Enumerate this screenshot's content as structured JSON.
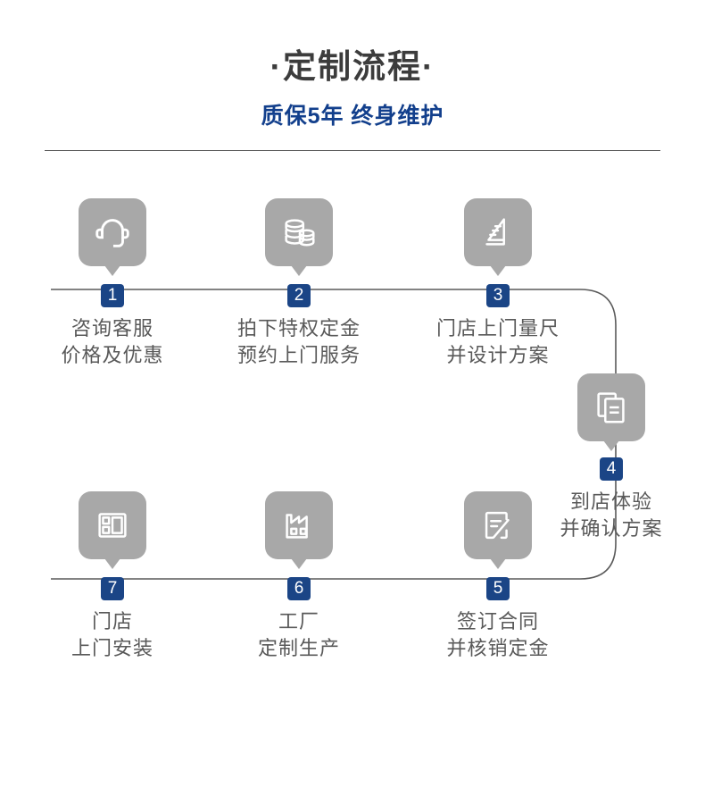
{
  "header": {
    "title": "·定制流程·",
    "subtitle": "质保5年  终身维护"
  },
  "colors": {
    "title": "#3c3c3c",
    "subtitle_blue": "#123f8c",
    "badge_blue": "#1b4586",
    "icon_gray": "#a8a8a8",
    "caption_gray": "#595959",
    "rail_gray": "#5a5a5a",
    "background": "#ffffff"
  },
  "flow": {
    "steps": [
      {
        "number": "1",
        "icon": "headset-icon",
        "caption_line1": "咨询客服",
        "caption_line2": "价格及优惠",
        "row": "top"
      },
      {
        "number": "2",
        "icon": "coins-stack-icon",
        "caption_line1": "拍下特权定金",
        "caption_line2": "预约上门服务",
        "row": "top"
      },
      {
        "number": "3",
        "icon": "ruler-icon",
        "caption_line1": "门店上门量尺",
        "caption_line2": "并设计方案",
        "row": "top"
      },
      {
        "number": "4",
        "icon": "documents-icon",
        "caption_line1": "到店体验",
        "caption_line2": "并确认方案",
        "row": "right"
      },
      {
        "number": "5",
        "icon": "contract-sign-icon",
        "caption_line1": "签订合同",
        "caption_line2": "并核销定金",
        "row": "bottom"
      },
      {
        "number": "6",
        "icon": "factory-icon",
        "caption_line1": "工厂",
        "caption_line2": "定制生产",
        "row": "bottom"
      },
      {
        "number": "7",
        "icon": "window-layout-icon",
        "caption_line1": "门店",
        "caption_line2": "上门安装",
        "row": "bottom"
      }
    ]
  }
}
